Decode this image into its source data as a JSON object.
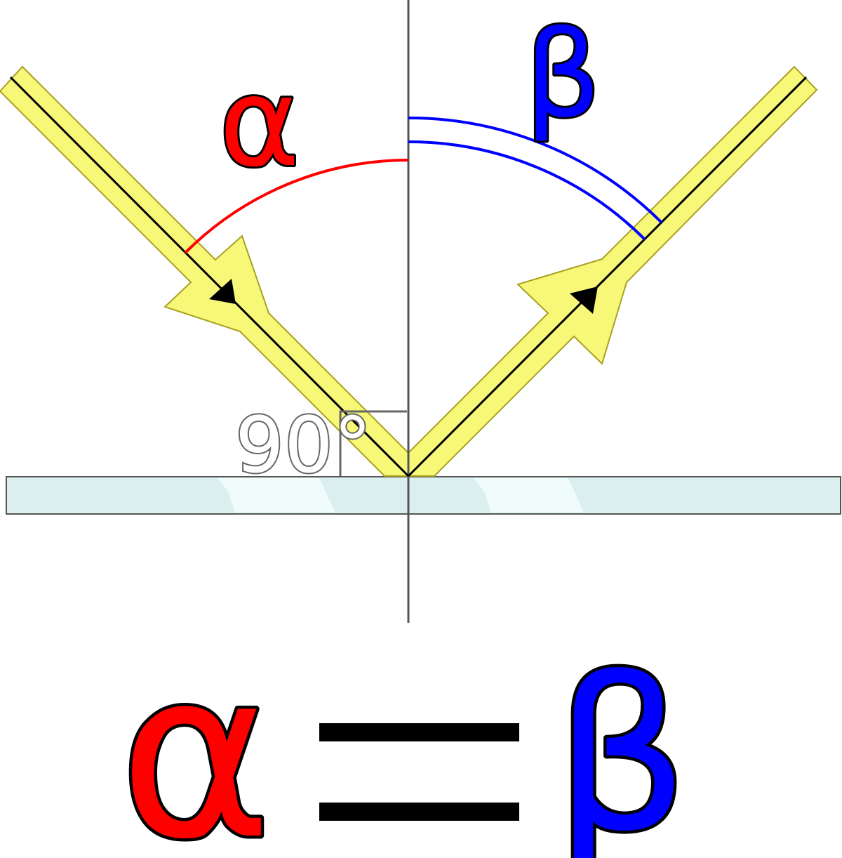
{
  "labels": {
    "incident_angle": "α",
    "reflected_angle": "β",
    "right_angle": "90°"
  },
  "equation": {
    "left": "α",
    "right": "β"
  },
  "colors": {
    "incident_angle": "#ff0000",
    "reflected_angle": "#0000ff",
    "light_beam": "#f8f878",
    "mirror": "#dcefef",
    "normal": "#555555"
  }
}
